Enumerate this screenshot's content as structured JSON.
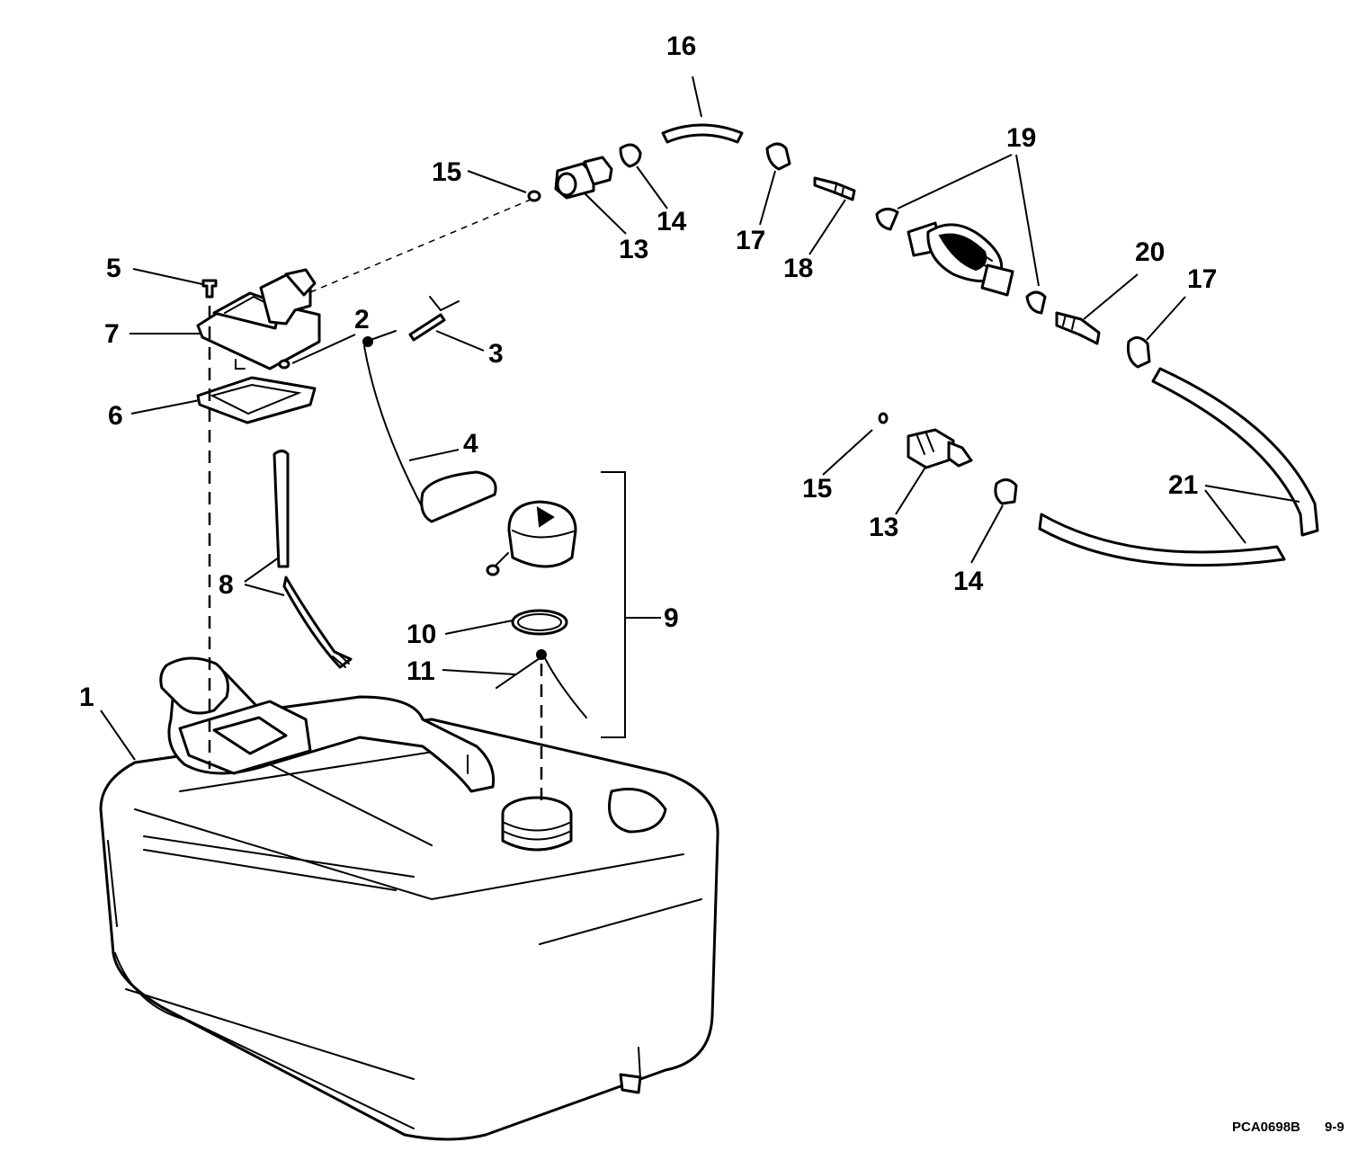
{
  "callouts": {
    "c1": "1",
    "c2": "2",
    "c3": "3",
    "c4": "4",
    "c5": "5",
    "c6": "6",
    "c7": "7",
    "c8": "8",
    "c9": "9",
    "c10": "10",
    "c11": "11",
    "c13a": "13",
    "c13b": "13",
    "c14a": "14",
    "c14b": "14",
    "c15a": "15",
    "c15b": "15",
    "c16": "16",
    "c17a": "17",
    "c17b": "17",
    "c18": "18",
    "c19": "19",
    "c20": "20",
    "c21": "21"
  },
  "figure_code": "PCA0698B",
  "page_ref": "9-9",
  "colors": {
    "line": "#000000",
    "background": "#ffffff"
  }
}
